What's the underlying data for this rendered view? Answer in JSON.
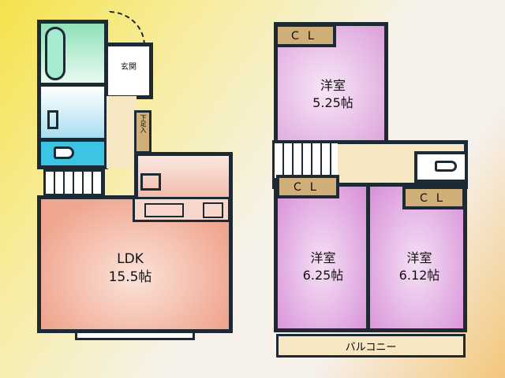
{
  "floor1": {
    "entrance": "玄関",
    "shoe_storage": "下足入",
    "ldk_name": "LDK",
    "ldk_size": "15.5帖"
  },
  "floor2": {
    "room1_name": "洋室",
    "room1_size": "5.25帖",
    "room2_name": "洋室",
    "room2_size": "6.25帖",
    "room3_name": "洋室",
    "room3_size": "6.12帖",
    "closet": "ＣＬ",
    "balcony": "バルコニー"
  },
  "colors": {
    "ldk": "#f0a58e",
    "bath": "#8fe0b8",
    "washroom": "#bfe8f4",
    "toilet": "#3cc4e4",
    "hall": "#f6e6c2",
    "bedroom": "#d98fd8",
    "closet": "#cfae78",
    "wall": "#1e2a33"
  }
}
